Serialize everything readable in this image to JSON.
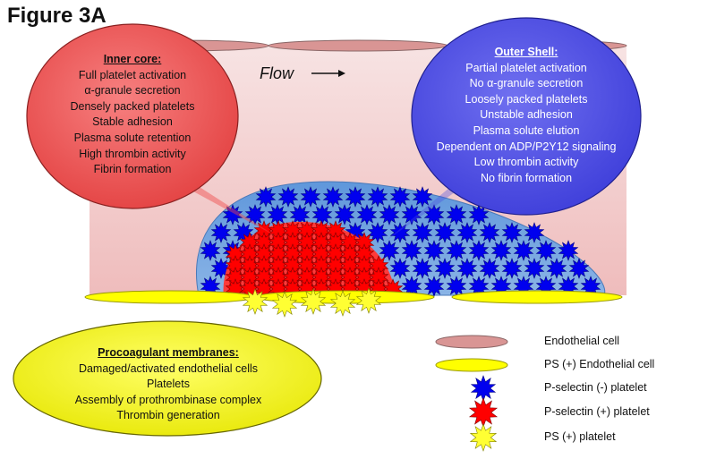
{
  "figure_title": "Figure 3A",
  "flow_label": "Flow",
  "inner_core": {
    "heading": "Inner core:",
    "lines": [
      "Full platelet activation",
      "α-granule secretion",
      "Densely packed platelets",
      "Stable adhesion",
      "Plasma solute retention",
      "High thrombin activity",
      "Fibrin formation"
    ]
  },
  "outer_shell": {
    "heading": "Outer Shell:",
    "lines": [
      "Partial platelet activation",
      "No α-granule secretion",
      "Loosely packed platelets",
      "Unstable adhesion",
      "Plasma solute elution",
      "Dependent on ADP/P2Y12 signaling",
      "Low thrombin activity",
      "No fibrin formation"
    ]
  },
  "procoagulant": {
    "heading": "Procoagulant membranes:",
    "lines": [
      "Damaged/activated endothelial cells",
      "Platelets",
      "Assembly of prothrombinase complex",
      "Thrombin generation"
    ]
  },
  "legend": [
    {
      "label": "Endothelial cell",
      "shape": "endothelial-ellipse",
      "color": "#d99594"
    },
    {
      "label": "PS (+) Endothelial cell",
      "shape": "ps-ellipse",
      "color": "#ffff00"
    },
    {
      "label": "P-selectin (-) platelet",
      "shape": "blue-star",
      "color": "#0000ee"
    },
    {
      "label": "P-selectin (+) platelet",
      "shape": "red-star",
      "color": "#ff0000"
    },
    {
      "label": "PS (+) platelet",
      "shape": "yellow-star",
      "color": "#ffff33"
    }
  ],
  "colors": {
    "vessel": "#f2c9c9",
    "endothelial": "#d99594",
    "ps_yellow": "#ffff00",
    "blue_platelet": "#0000ee",
    "red_platelet": "#ff0000",
    "shell_dome": "#6f9fd8",
    "inner_bubble": "#f05a5a",
    "outer_bubble": "#5a5ae8"
  }
}
